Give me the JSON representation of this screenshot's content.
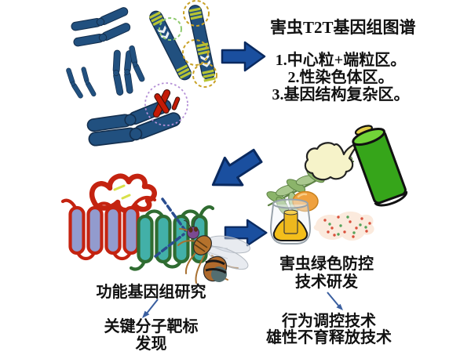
{
  "figure": {
    "top_right": {
      "title": "害虫T2T基因组图谱",
      "items": [
        "1.中心粒+端粒区。",
        "2.性染色体区。",
        "3.基因结构复杂区。"
      ]
    },
    "bottom_left": {
      "label": "功能基因组研究",
      "result_line1": "关键分子靶标",
      "result_line2": "发现"
    },
    "bottom_right": {
      "label_line1": "害虫绿色防控",
      "label_line2": "技术研发",
      "result_line1": "行为调控技术",
      "result_line2": "雄性不育释放技术"
    }
  },
  "icons": [
    "chromosome-cluster-icon",
    "banded-chromosome-pair-icon",
    "telomere-dashed-circle-icon",
    "gene-region-dashed-circle-icon",
    "sex-chromosome-dashed-circle-icon",
    "block-arrow-right-icon",
    "block-arrow-down-left-icon",
    "protein-ribbon-icon",
    "membrane-protein-icon",
    "target-dashed-lines-icon",
    "fruit-fly-icon",
    "spray-can-icon",
    "spray-cloud-icon",
    "plant-branch-icon",
    "fruit-icon",
    "bait-trap-icon",
    "pheromone-mist-icon",
    "flow-arrow-icon"
  ],
  "colors": {
    "text_color": "#111111",
    "chromosome": "#21507f",
    "chromosome_dark": "#142f4e",
    "band": "#b8c433",
    "gold_dash": "#c9a227",
    "green_dash": "#8fca6f",
    "purple_dash": "#b48fd6",
    "red_chrom": "#c41a05",
    "arrow_fill": "#1a4f9f",
    "arrow_stroke": "#0a2a60",
    "thin_arrow": "#3a5fa0",
    "protein_red": "#c42310",
    "protein_slate": "#929bce",
    "protein_green": "#2f6c31",
    "protein_teal": "#42b0a8",
    "can_green": "#36a51a",
    "can_light": "#72d438",
    "nozzle": "#e3ce4a",
    "cloud": "#f6f3c9",
    "leaf": "#8bb46a",
    "leaf_dark": "#5d8244",
    "fruit": "#efa13e",
    "liquid": "#f3be1b",
    "glass_stroke": "#98a2aa",
    "mist": "#fbeadd",
    "dot_red": "#d94f3a",
    "dot_green": "#55a35a"
  }
}
